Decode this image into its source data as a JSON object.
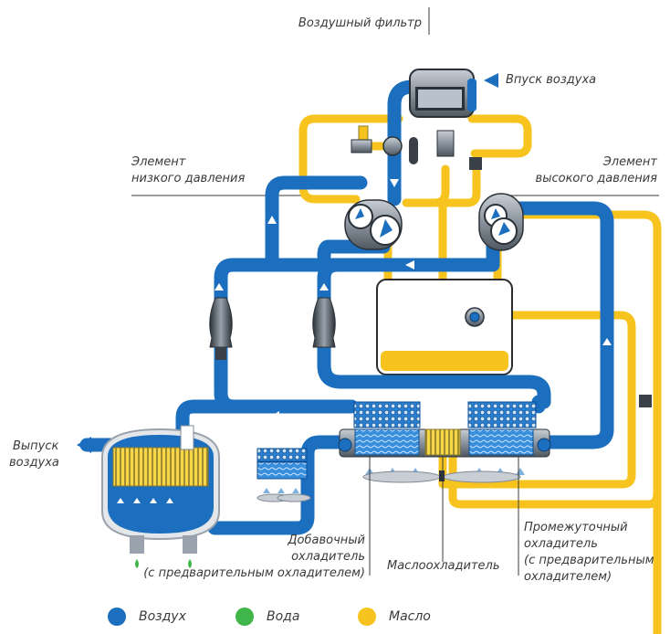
{
  "labels": {
    "air_filter": "Воздушный фильтр",
    "air_intake": "Впуск воздуха",
    "low_pressure_1": "Элемент",
    "low_pressure_2": "низкого давления",
    "high_pressure_1": "Элемент",
    "high_pressure_2": "высокого давления",
    "air_outlet_1": "Выпуск",
    "air_outlet_2": "воздуха",
    "aftercooler_1": "Добавочный",
    "aftercooler_2": "охладитель",
    "aftercooler_3": "(с предварительным охладителем)",
    "oil_cooler": "Маслоохладитель",
    "intercooler_1": "Промежуточный",
    "intercooler_2": "охладитель",
    "intercooler_3": "(с предварительным",
    "intercooler_4": "охладителем)"
  },
  "legend": [
    {
      "label": "Воздух",
      "color": "#1c6fbe"
    },
    {
      "label": "Вода",
      "color": "#3fb54a"
    },
    {
      "label": "Масло",
      "color": "#f7c41f"
    }
  ],
  "colors": {
    "air": "#1c6fbe",
    "oil": "#f7c41f",
    "water": "#3fb54a",
    "metal": "#7e8a96"
  }
}
